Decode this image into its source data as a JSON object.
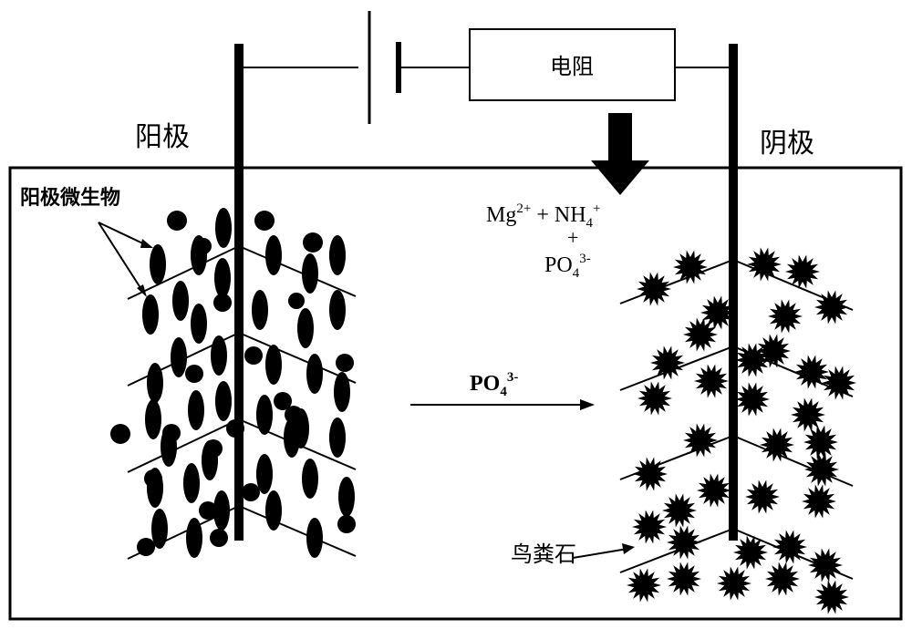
{
  "labels": {
    "resistor": "电阻",
    "anode": "阳极",
    "cathode": "阴极",
    "anode_microbes": "阳极微生物",
    "struvite": "鸟粪石"
  },
  "ions": {
    "mg": "Mg",
    "mg_charge": "2+",
    "plus1": " + ",
    "nh4": "NH",
    "nh4_sub": "4",
    "nh4_charge": "+",
    "plus2": "+",
    "po4_top": "PO",
    "po4_top_sub": "4",
    "po4_top_charge": "3-",
    "po4_arrow": "PO",
    "po4_arrow_sub": "4",
    "po4_arrow_charge": "3-"
  },
  "icons": {
    "battery": "battery-symbol",
    "resistor": "resistor-box",
    "down_arrow": "thick-down-arrow",
    "flow_arrow": "right-arrow",
    "microbe": "ellipse-blob",
    "struvite_crystal": "spiky-star"
  },
  "colors": {
    "ink": "#000000",
    "background": "#ffffff"
  }
}
